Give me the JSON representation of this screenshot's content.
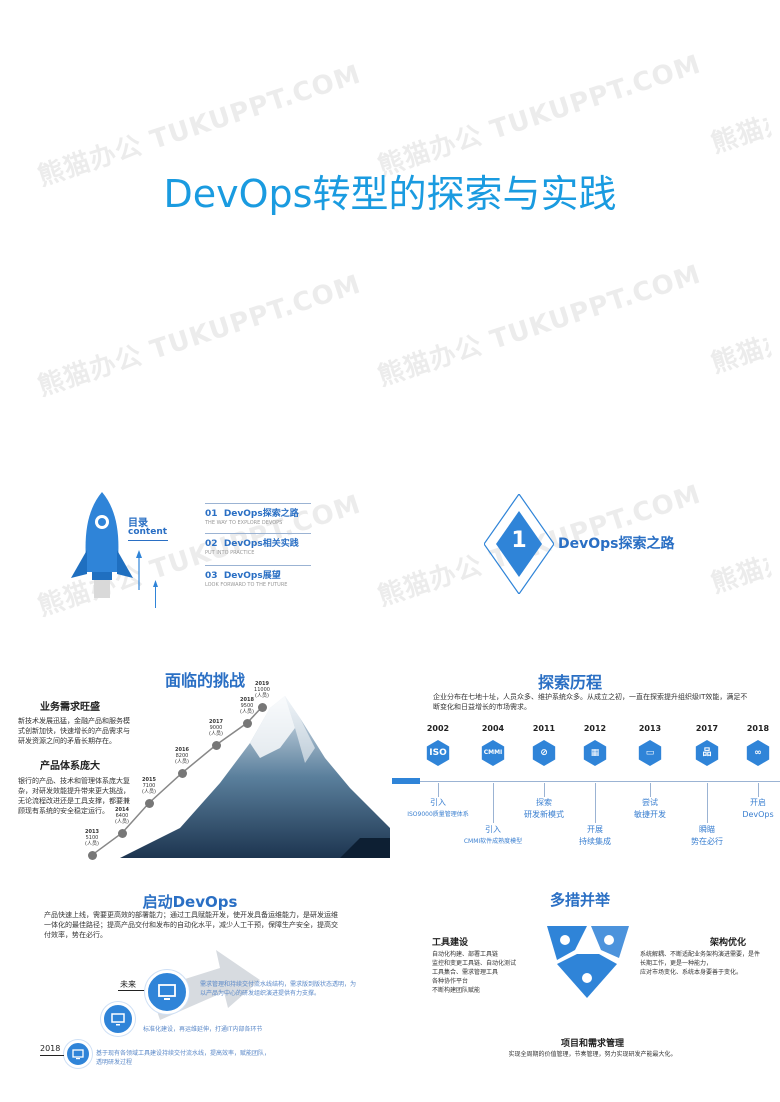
{
  "watermark": "熊猫办公 TUKUPPT.COM",
  "main_title": "DevOps转型的探索与实践",
  "toc": {
    "title": "目录",
    "subtitle": "content",
    "items": [
      {
        "num": "01",
        "label": "DevOps探索之路",
        "sub": "THE WAY TO EXPLORE DEVOPS"
      },
      {
        "num": "02",
        "label": "DevOps相关实践",
        "sub": "PUT INTO PRACTICE"
      },
      {
        "num": "03",
        "label": "DevOps展望",
        "sub": "LOOK FORWARD TO THE FUTURE"
      }
    ]
  },
  "section1": {
    "number": "1",
    "label": "DevOps探索之路"
  },
  "challenge": {
    "title": "面临的挑战",
    "block1_title": "业务需求旺盛",
    "block1_text": "新技术发展迅猛，金融产品和服务模式创新加快，快速增长的产品需求与研发资源之间的矛盾长期存在。",
    "block2_title": "产品体系庞大",
    "block2_text": "银行的产品、技术和管理体系庞大复杂，对研发效能提升带来更大挑战，无论流程改进还是工具支撑，都要兼顾现有系统的安全稳定运行。",
    "milestones": [
      {
        "year": "2013",
        "l1": "5100",
        "l2": "(人员)"
      },
      {
        "year": "2014",
        "l1": "6400",
        "l2": "(人员)"
      },
      {
        "year": "2015",
        "l1": "7100",
        "l2": "(人员)"
      },
      {
        "year": "2016",
        "l1": "8200",
        "l2": "(人员)"
      },
      {
        "year": "2017",
        "l1": "9000",
        "l2": "(人员)"
      },
      {
        "year": "2018",
        "l1": "9500",
        "l2": "(人员)"
      },
      {
        "year": "2019",
        "l1": "11000",
        "l2": "(人员)"
      }
    ]
  },
  "history": {
    "title": "探索历程",
    "intro": "企业分布在七地十址，人员众多、维护系统众多。从成立之初，一直在探索提升组织级IT效能，满足不断变化和日益增长的市场需求。",
    "years": [
      "2002",
      "2004",
      "2011",
      "2012",
      "2013",
      "2017",
      "2018"
    ],
    "icons": [
      "ISO",
      "CMMI",
      "⊘",
      "▦",
      "▭",
      "品",
      "∞"
    ],
    "labels": [
      {
        "t1": "引入",
        "t2": "ISO9000质量管理体系"
      },
      {
        "t1": "引入",
        "t2": "CMMI软件成熟度模型"
      },
      {
        "t1": "探索",
        "t2": "研发新模式"
      },
      {
        "t1": "开展",
        "t2": "持续集成"
      },
      {
        "t1": "尝试",
        "t2": "敏捷开发"
      },
      {
        "t1": "瞬瞄",
        "t2": "势在必行"
      },
      {
        "t1": "开启",
        "t2": "DevOps"
      }
    ]
  },
  "launch": {
    "title": "启动DevOps",
    "intro": "产品快速上线，需要更高效的部署能力；通过工具赋能开发，使开发具备运维能力，是研发运维一体化的最佳路径；提高产品交付和发布的自动化水平，减少人工干预，保障生产安全，提高交付效率，势在必行。",
    "future_label": "未来",
    "year_label": "2018",
    "step1": "基于现有各领域工具建设持续交付流水线，提高效率，赋能团队，透明研发过程",
    "step2": "标准化建设，再运维延伸，打通IT内部各环节",
    "step3": "需求管理和持续交付流水线结构，需求版到版状态透明，为以产品为中心的研发组织演进提供有力支撑。"
  },
  "measures": {
    "title": "多措并举",
    "tool_title": "工具建设",
    "tool_text": "自动化构建、部署工具链\n监控和变更工具链、自动化测试\n工具集合、需求管理工具\n各种协作平台\n不断构建团队赋能",
    "arch_title": "架构优化",
    "arch_text": "系统解耦、不断适配业务架构演进需要，是件长期工作，更是一种能力，\n应对市场变化、系统本身要善于变化。",
    "proj_title": "项目和需求管理",
    "proj_text": "实现全周期的价值管理，节奏管理，努力实现研发产能最大化。"
  },
  "colors": {
    "primary": "#1a9be0",
    "accent": "#2f84d8"
  }
}
